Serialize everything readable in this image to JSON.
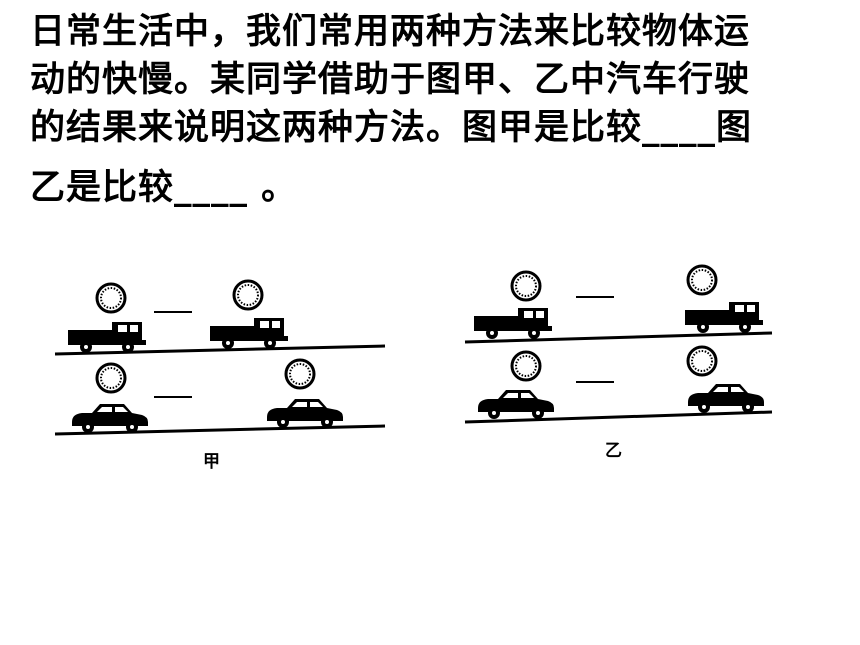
{
  "question": {
    "line1": "日常生活中，我们常用两种方法来比较物体运",
    "line2": "动的快慢。某同学借助于图甲、乙中汽车行驶",
    "line3": "的结果来说明这两种方法。图甲是比较____图",
    "line4": "乙是比较____ 。"
  },
  "figures": {
    "jia": {
      "caption": "甲",
      "clock_icon": "clock-icon",
      "truck_icon": "truck-icon",
      "car_icon": "car-icon"
    },
    "yi": {
      "caption": "乙",
      "clock_icon": "clock-icon",
      "truck_icon": "truck-icon",
      "car_icon": "car-icon"
    }
  }
}
